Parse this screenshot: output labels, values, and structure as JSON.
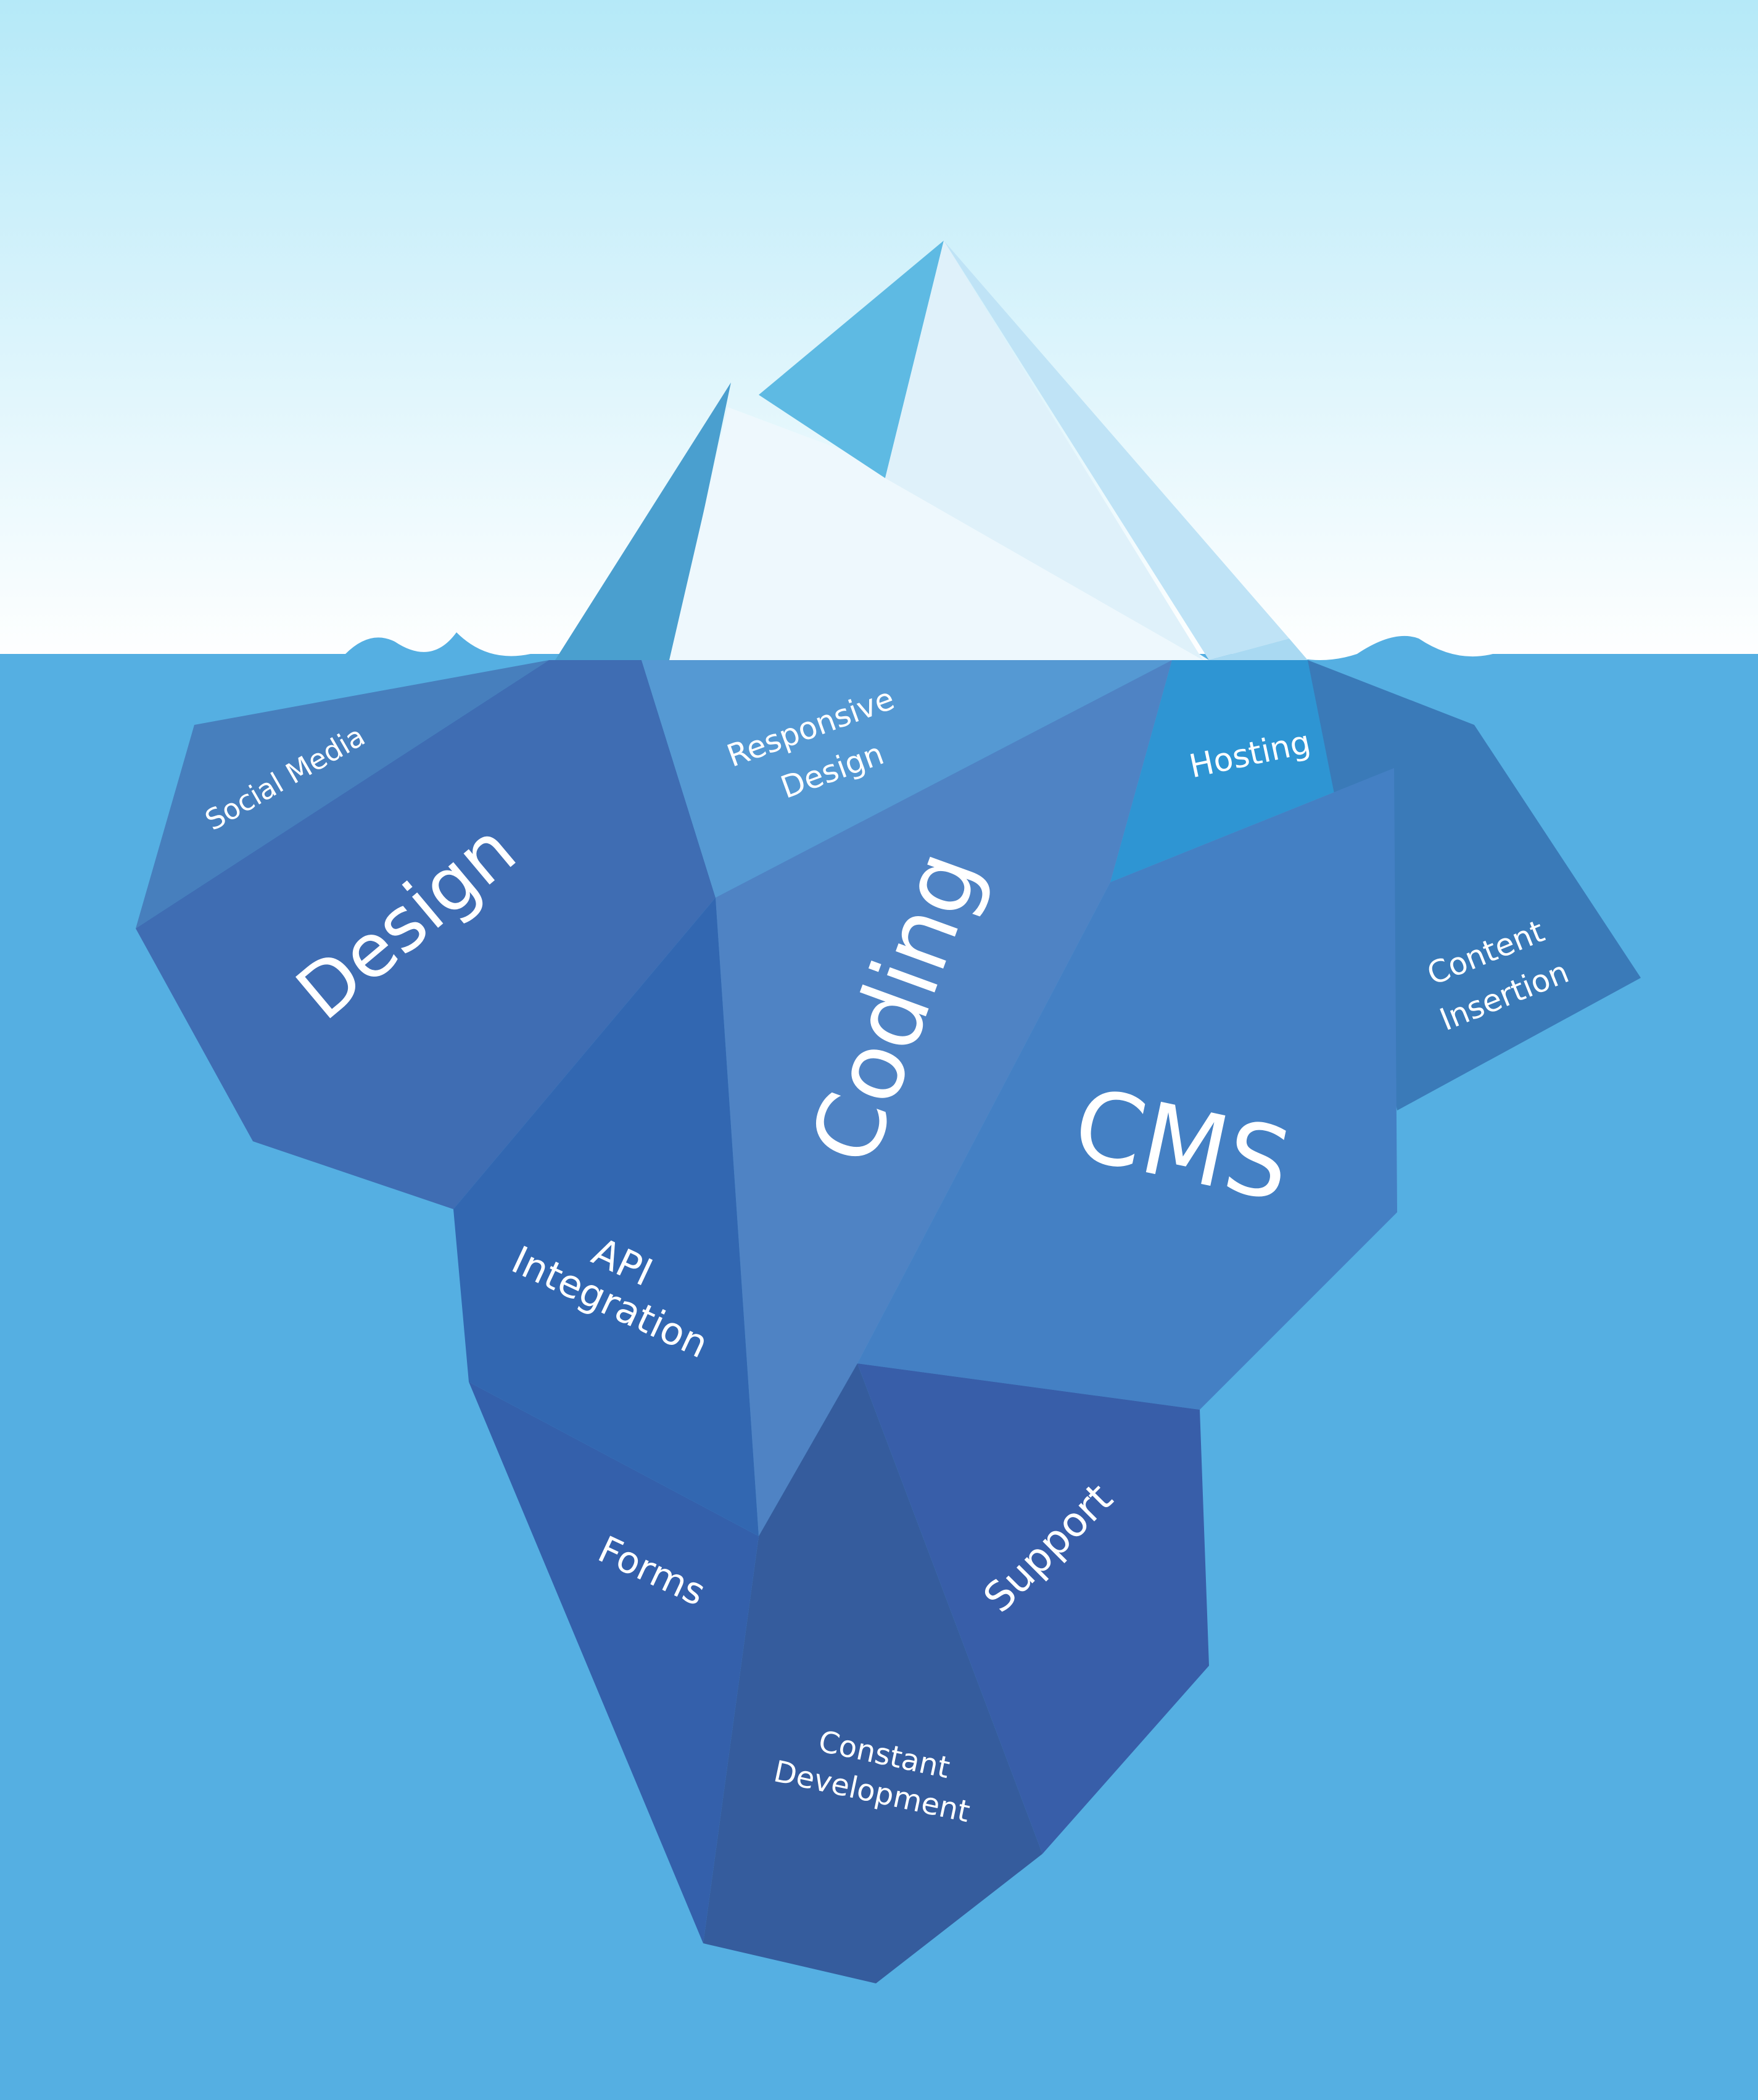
{
  "colors": {
    "sky_top": "#b5e9f8",
    "sky_bottom": "#ffffff",
    "water": "#55afe2",
    "ice_light": "#eef8fd",
    "ice_mid": "#bfe3f6",
    "ice_blue": "#5ebae3",
    "ice_dark": "#4a9fcf",
    "label": "#ffffff"
  },
  "labels": {
    "social_media": "Social Media",
    "design": "Design",
    "responsive_design_line1": "Responsive",
    "responsive_design_line2": "Design",
    "hosting": "Hosting",
    "coding": "Coding",
    "cms": "CMS",
    "content_insertion_line1": "Content",
    "content_insertion_line2": "Insertion",
    "api_integration_line1": "API",
    "api_integration_line2": "Integration",
    "forms": "Forms",
    "support": "Support",
    "constant_development_line1": "Constant",
    "constant_development_line2": "Development"
  }
}
